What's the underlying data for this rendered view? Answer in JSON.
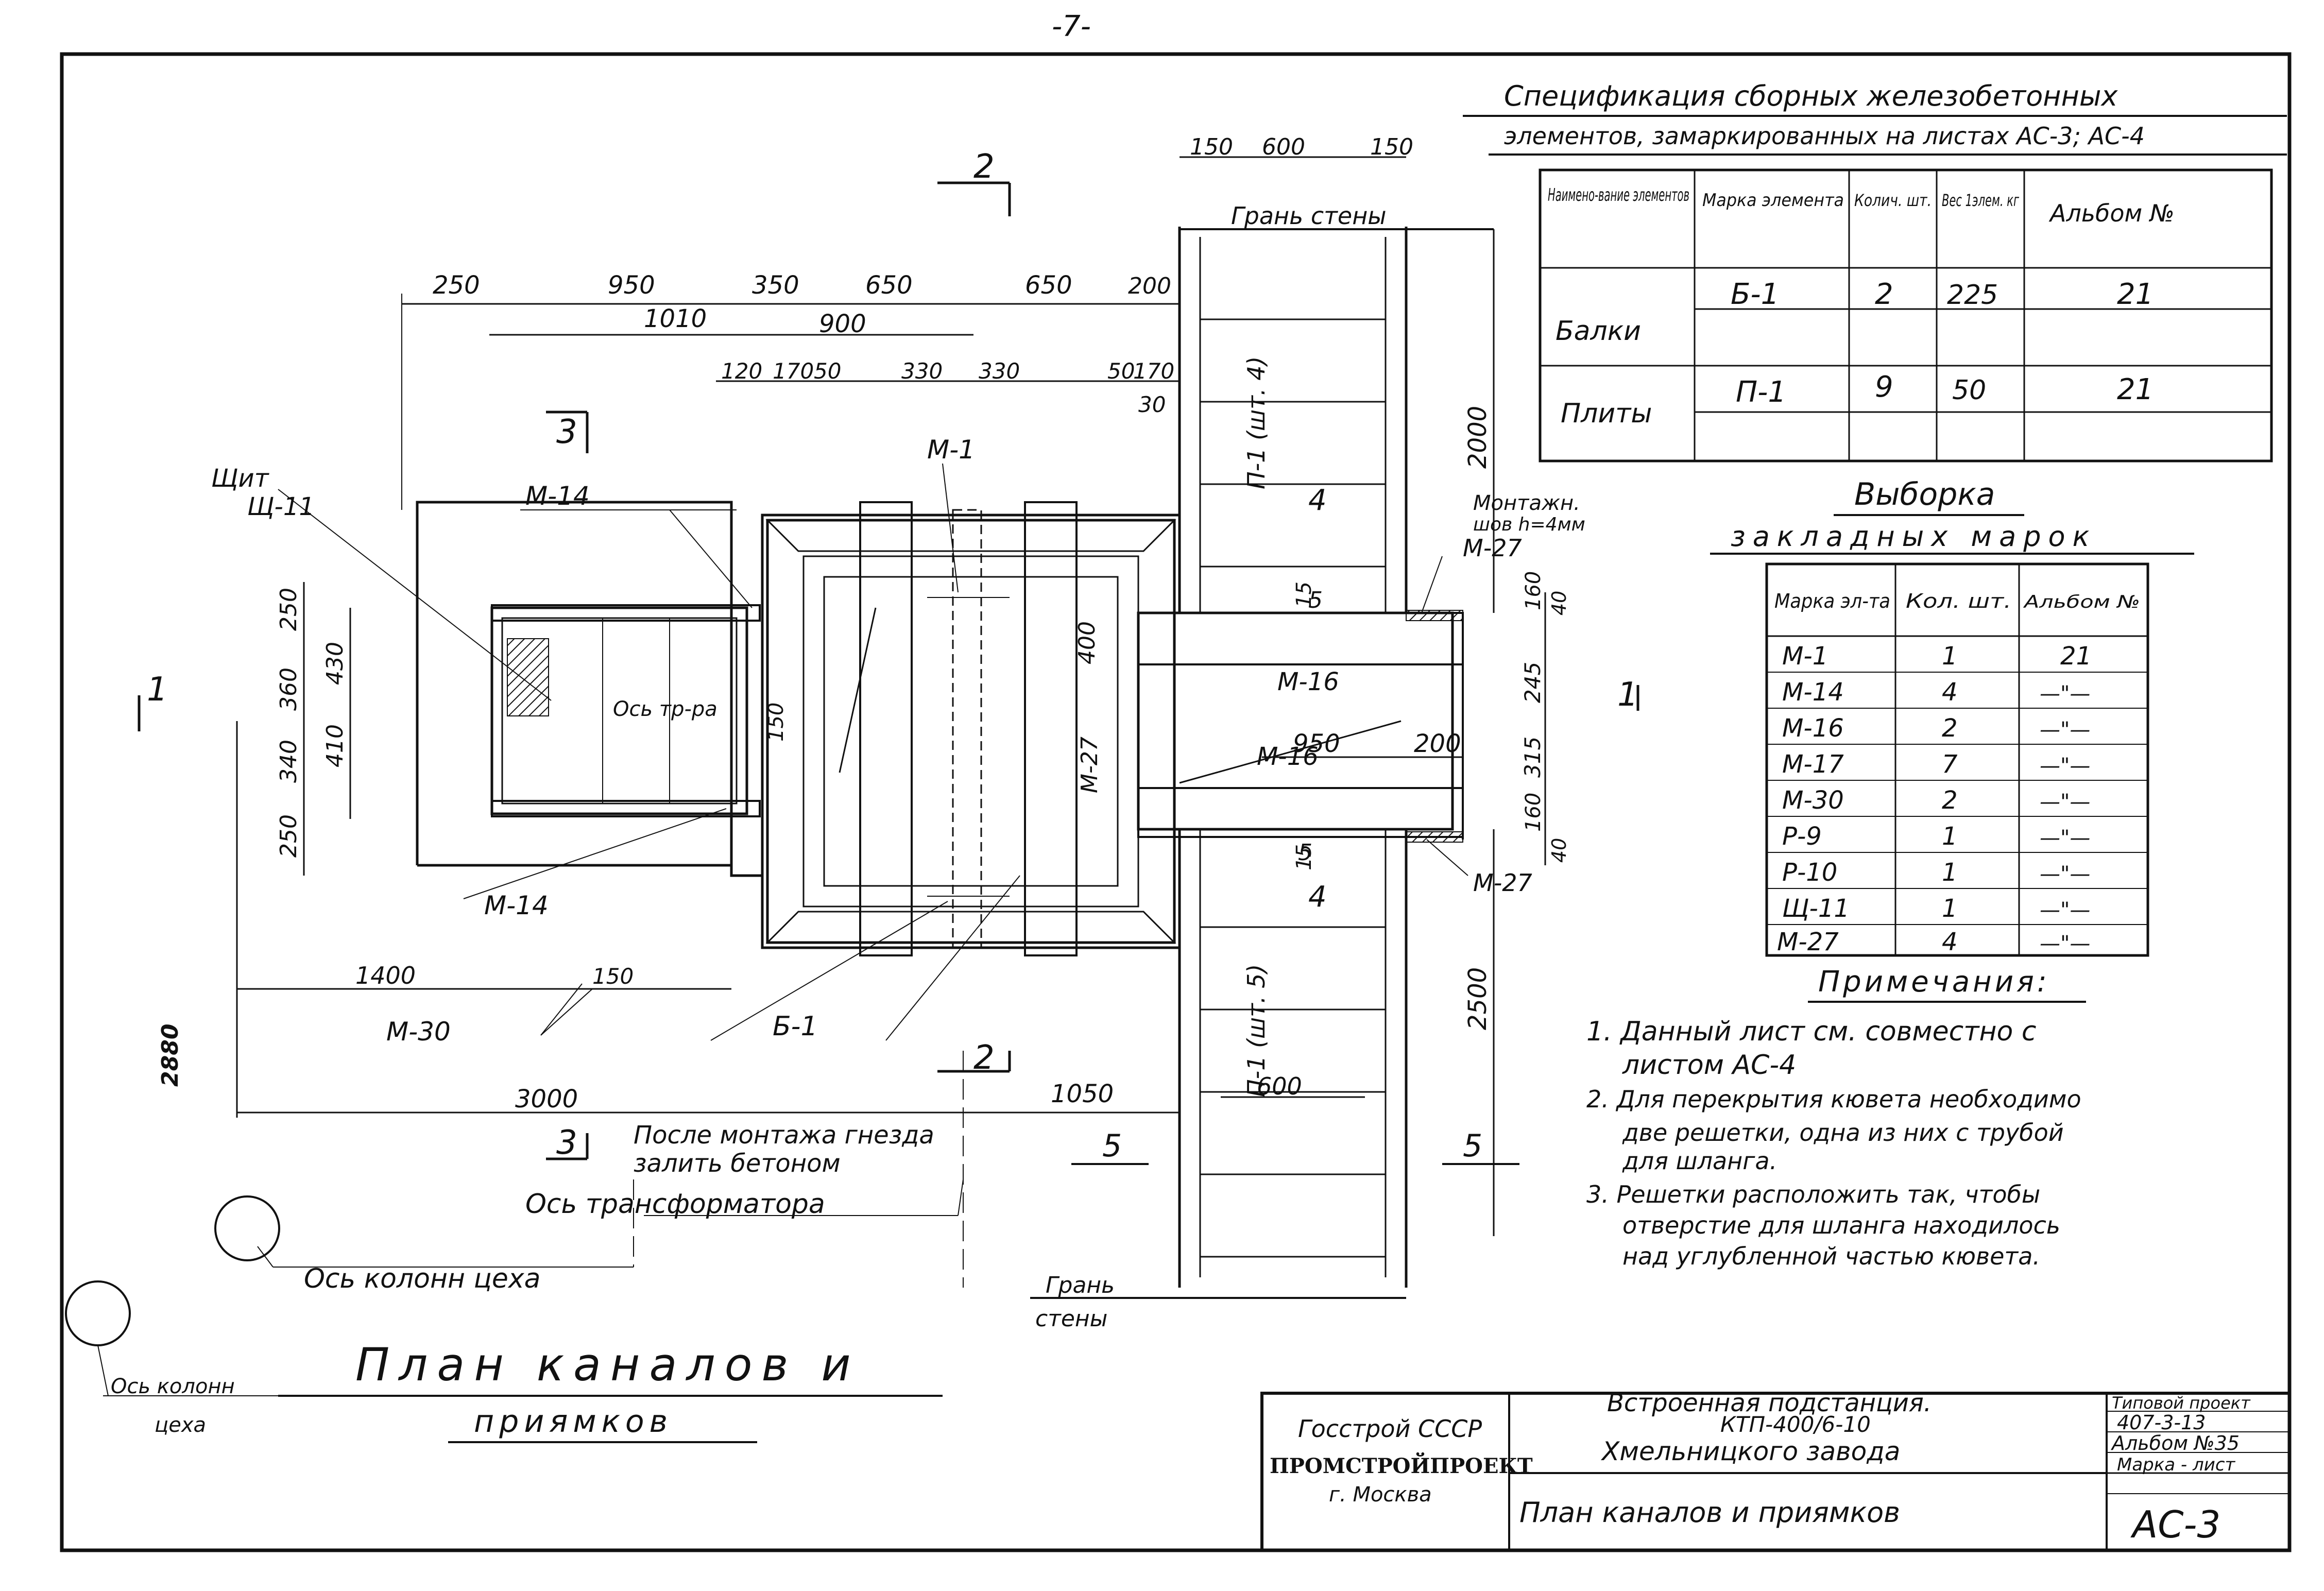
{
  "page_number": "-7-",
  "plan": {
    "title_line1": "План каналов и",
    "title_line2": "приямков",
    "dimensions_top1": [
      "250",
      "950",
      "350",
      "650",
      "650",
      "200"
    ],
    "dim_1010": "1010",
    "dim_900": "900",
    "dimensions_top2": [
      "120",
      "170",
      "50",
      "330",
      "330",
      "50",
      "170",
      "30"
    ],
    "wall_top": [
      "150",
      "600",
      "150"
    ],
    "dims_left": [
      "250",
      "430",
      "360",
      "340",
      "410",
      "250"
    ],
    "dim_2880": "2880",
    "dim_150_left": "150",
    "dim_150_mid": "150",
    "dim_400": "400",
    "dims_right": [
      "160",
      "40",
      "245",
      "315",
      "160",
      "40"
    ],
    "dim_2000": "2000",
    "dim_2500": "2500",
    "dim_950": "950",
    "dim_200": "200",
    "dim_15a": "15",
    "dim_15b": "15",
    "dim_1400": "1400",
    "dim_3000": "3000",
    "dim_1050": "1050",
    "dim_600": "600",
    "labels": {
      "shchit": "Щит",
      "shch11": "Щ-11",
      "m14_top": "М-14",
      "m14_bot": "М-14",
      "m1": "М-1",
      "m16_a": "М-16",
      "m16_b": "М-16",
      "m27_top": "М-27",
      "m27_mid": "М-27",
      "m27_bot": "М-27",
      "m30": "М-30",
      "b1": "Б-1",
      "p1_top": "П-1 (шт. 4)",
      "p1_bot": "П-1 (шт. 5)",
      "montazh1": "Монтажн.",
      "montazh2": "шов h=4мм",
      "axis_tr": "Ось тр-ра",
      "wall_face_top": "Грань стены",
      "wall_face_bot1": "Грань",
      "wall_face_bot2": "стены",
      "after1": "После монтажа гнезда",
      "after2": "залить бетоном",
      "axis_transformer": "Ось трансформатора",
      "axis_col1": "Ось колонн цеха",
      "axis_col2a": "Ось колонн",
      "axis_col2b": "цеха"
    },
    "sections": {
      "s1_left": "1",
      "s1_right": "1",
      "s2_top": "2",
      "s2_bot": "2",
      "s3_top": "3",
      "s3_bot": "3",
      "s4_top": "4",
      "s4_bot": "4",
      "s5_a": "5",
      "s5_b": "5",
      "s5_c": "5",
      "s5_d": "5"
    }
  },
  "spec": {
    "title1": "Спецификация сборных железобетонных",
    "title2": "элементов, замаркированных на листах АС-3; АС-4",
    "headers": [
      "Наимено-вание элементов",
      "Марка элемента",
      "Колич. шт.",
      "Вес 1элем. кг",
      "Альбом №"
    ],
    "rows": [
      {
        "name": "Балки",
        "mark": "Б-1",
        "qty": "2",
        "weight": "225",
        "album": "21"
      },
      {
        "name": "Плиты",
        "mark": "П-1",
        "qty": "9",
        "weight": "50",
        "album": "21"
      }
    ]
  },
  "selection": {
    "title1": "Выборка",
    "title2": "закладных марок",
    "headers": [
      "Марка эл-та",
      "Кол. шт.",
      "Альбом №"
    ],
    "rows": [
      {
        "mark": "М-1",
        "qty": "1",
        "album": "21"
      },
      {
        "mark": "М-14",
        "qty": "4",
        "album": "—\"—"
      },
      {
        "mark": "М-16",
        "qty": "2",
        "album": "—\"—"
      },
      {
        "mark": "М-17",
        "qty": "7",
        "album": "—\"—"
      },
      {
        "mark": "М-30",
        "qty": "2",
        "album": "—\"—"
      },
      {
        "mark": "Р-9",
        "qty": "1",
        "album": "—\"—"
      },
      {
        "mark": "Р-10",
        "qty": "1",
        "album": "—\"—"
      },
      {
        "mark": "Щ-11",
        "qty": "1",
        "album": "—\"—"
      },
      {
        "mark": "М-27",
        "qty": "4",
        "album": "—\"—"
      }
    ]
  },
  "notes": {
    "title": "Примечания:",
    "lines": [
      "1. Данный лист см. совместно с",
      "листом АС-4",
      "2. Для перекрытия кювета необходимо",
      "две решетки, одна из них с трубой",
      "для шланга.",
      "3. Решетки расположить так, чтобы",
      "отверстие для шланга находилось",
      "над углубленной частью кювета."
    ]
  },
  "stamp": {
    "org1": "Госстрой СССР",
    "org2": "ПРОМСТРОЙПРОЕКТ",
    "org3": "г. Москва",
    "desc1": "Встроенная подстанция.",
    "desc2": "КТП-400/6-10",
    "desc3": "Хмельницкого завода",
    "sheet_title": "План каналов и приямков",
    "tp_label": "Типовой проект",
    "tp_value": "407-3-13",
    "album": "Альбом №35",
    "mark_label": "Марка - лист",
    "mark_value": "АС-3"
  }
}
